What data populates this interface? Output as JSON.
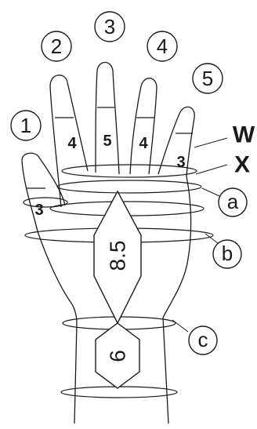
{
  "finger_numbers": [
    "1",
    "2",
    "3",
    "4",
    "5"
  ],
  "finger_measurements": [
    "3",
    "4",
    "5",
    "4",
    "3"
  ],
  "row_labels": [
    "W",
    "X"
  ],
  "ring_labels": [
    "a",
    "b",
    "c"
  ],
  "palm_measurement": "8.5",
  "wrist_measurement": "6"
}
